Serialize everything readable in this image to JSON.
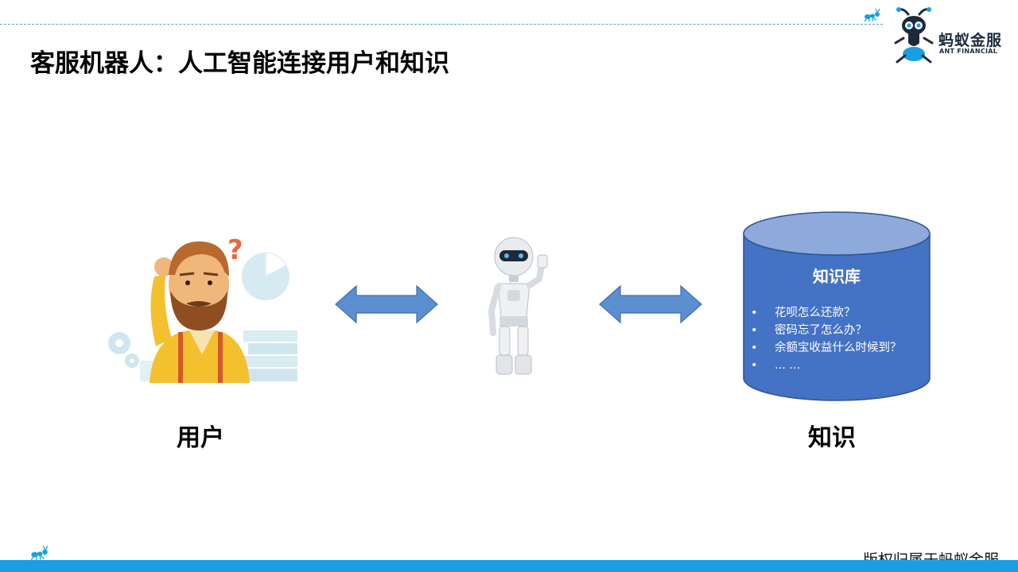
{
  "title": "客服机器人：人工智能连接用户和知识",
  "logo": {
    "name": "蚂蚁金服",
    "subtitle": "ANT FINANCIAL"
  },
  "knowledge_base": {
    "title": "知识库",
    "items": [
      "花呗怎么还款？",
      "密码忘了怎么办？",
      "余额宝收益什么时候到？",
      "... ..."
    ]
  },
  "labels": {
    "user": "用户",
    "knowledge": "知识"
  },
  "footer": {
    "copyright": "版权归属于蚂蚁金服"
  },
  "icons": [
    "ant-icon",
    "confused-user-illustration",
    "robot-illustration",
    "double-arrow-icon",
    "database-cylinder-icon"
  ],
  "colors": {
    "accent": "#1a9ee2",
    "arrow": "#5b8fd0",
    "cylinder_body": "#4472c4",
    "cylinder_top": "#8eaadb"
  }
}
